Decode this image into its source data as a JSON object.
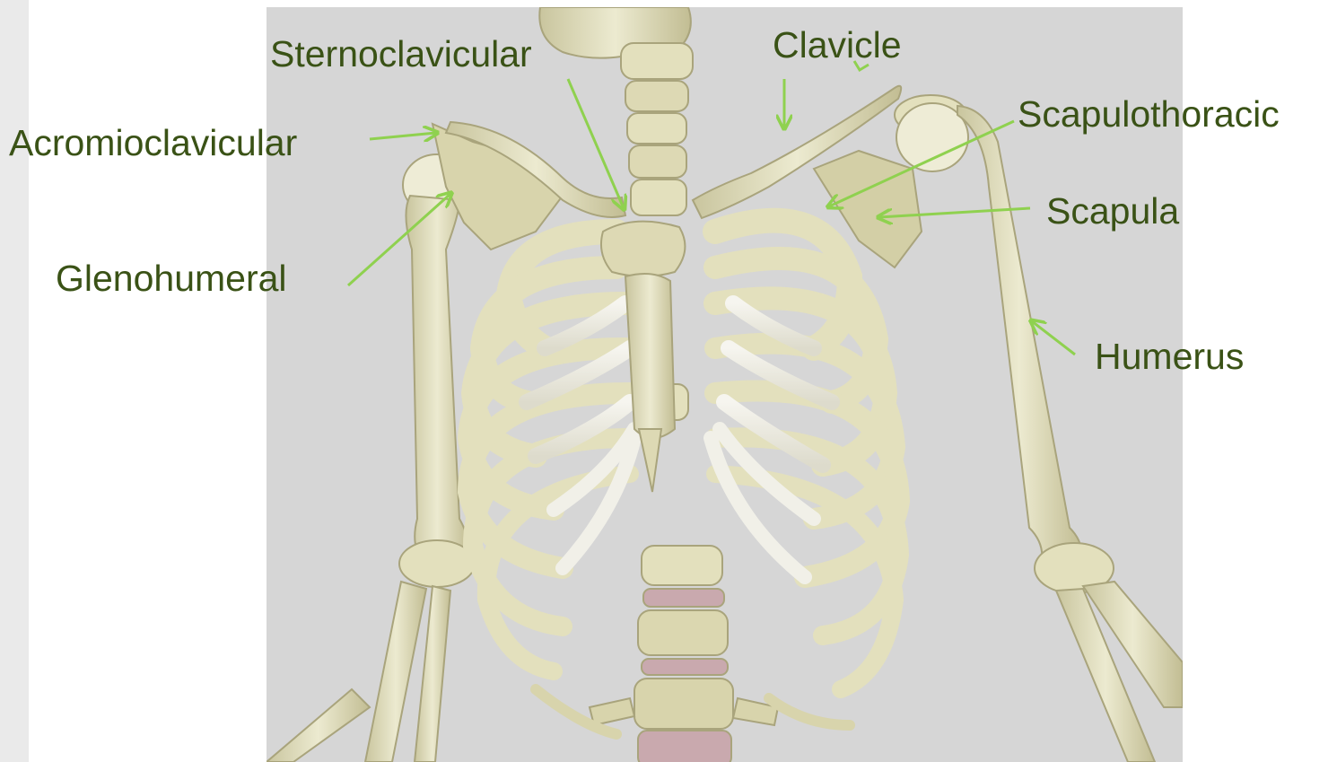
{
  "labels": {
    "sternoclavicular": "Sternoclavicular",
    "clavicle": "Clavicle",
    "acromioclavicular": "Acromioclavicular",
    "scapulothoracic": "Scapulothoracic",
    "scapula": "Scapula",
    "glenohumeral": "Glenohumeral",
    "humerus": "Humerus"
  },
  "colors": {
    "label_text": "#3a5216",
    "arrow": "#8fd14f",
    "bone": "#e3e0bd",
    "bone_shadow": "#b9b48c",
    "cartilage": "#f1f0e8",
    "disc": "#c9a9ae",
    "background": "#d6d6d6"
  }
}
